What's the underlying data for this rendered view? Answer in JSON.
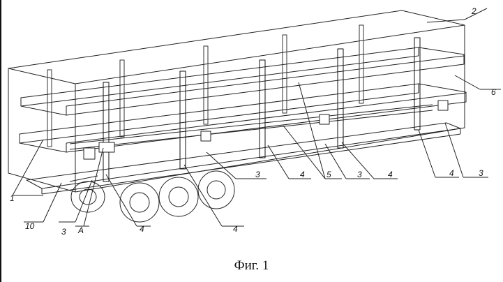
{
  "figure": {
    "caption": "Фиг. 1",
    "callouts": [
      {
        "id": "c1",
        "text": "1"
      },
      {
        "id": "c2",
        "text": "2"
      },
      {
        "id": "c3a",
        "text": "3"
      },
      {
        "id": "c3b",
        "text": "3"
      },
      {
        "id": "c3c",
        "text": "3"
      },
      {
        "id": "c3d",
        "text": "3"
      },
      {
        "id": "c4a",
        "text": "4"
      },
      {
        "id": "c4b",
        "text": "4"
      },
      {
        "id": "c4c",
        "text": "4"
      },
      {
        "id": "c4d",
        "text": "4"
      },
      {
        "id": "c4e",
        "text": "4"
      },
      {
        "id": "c5",
        "text": "5"
      },
      {
        "id": "c6",
        "text": "6"
      },
      {
        "id": "c10",
        "text": "10"
      },
      {
        "id": "cA",
        "text": "A"
      }
    ]
  }
}
